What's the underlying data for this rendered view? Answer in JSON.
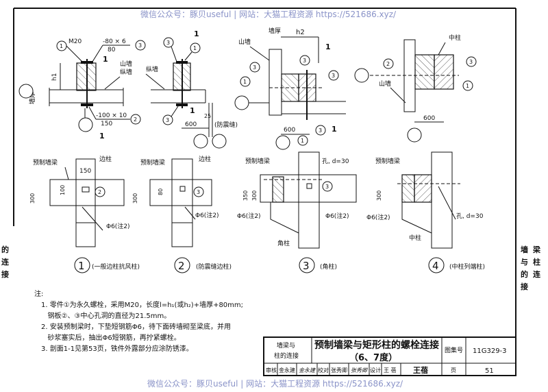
{
  "watermark": "微信公众号：豚贝useful | 网站：大猫工程资源 https://521686.xyz/",
  "side_tabs": {
    "left": [
      "的",
      "连",
      "接"
    ],
    "right": [
      "墙",
      "梁",
      "与",
      "柱",
      "的",
      "连",
      "接"
    ]
  },
  "section_marks": {
    "cut": "1"
  },
  "callouts": {
    "c1": "1",
    "c2": "2",
    "c3": "3"
  },
  "top_details": {
    "detail_a": {
      "bolt": "M20",
      "plate_top": "-80 × 6",
      "plate_top_len": "80",
      "plate_bottom": "-100 × 10",
      "plate_bottom_len": "150",
      "h": "h1",
      "wall_thickness": "墙厚",
      "wall_label_1": "山墙",
      "wall_label_2": "纵墙"
    },
    "detail_b": {
      "wall_label": "纵墙",
      "dim_600": "600",
      "dim_25": "25",
      "joint_label": "(防震缝)"
    },
    "detail_c": {
      "wall_label": "山墙",
      "wall_thickness": "墙厚",
      "h": "h2",
      "dim_600": "600"
    },
    "detail_d": {
      "column_label": "中柱",
      "wall_label": "山墙",
      "dim_600": "600"
    }
  },
  "plan_details": [
    {
      "number": "1",
      "caption": "(一般边柱抗风柱)",
      "beam_label": "预制墙梁",
      "column_label": "边柱",
      "dim_width": "150",
      "dim_100": "100",
      "dim_300": "300",
      "rebar": "Φ6(注2)"
    },
    {
      "number": "2",
      "caption": "(防震缝边柱)",
      "beam_label": "预制墙梁",
      "column_label": "边柱",
      "dim_80": "80",
      "dim_300": "300",
      "rebar": "Φ6(注2)"
    },
    {
      "number": "3",
      "caption": "(角柱)",
      "beam_label": "预制墙梁",
      "hole": "孔, d=30",
      "dim_350": "350",
      "dim_300": "300",
      "rebar_left": "Φ6(注2)",
      "rebar_right": "Φ6(注2)",
      "column_label": "角柱"
    },
    {
      "number": "4",
      "caption": "(中柱列端柱)",
      "beam_label": "预制墙梁",
      "hole": "孔, d=30",
      "dim_300": "300",
      "rebar": "Φ6(注2)",
      "column_label": "中柱"
    }
  ],
  "notes": {
    "heading": "注:",
    "lines": [
      "1. 零件①为永久螺栓，采用M20，长度l=h₁(或h₂)+墙厚+80mm;",
      "   钢板②、③中心孔洞的直径为21.5mm。",
      "2. 安装预制梁时，下垫短钢筋Φ6，待下面砖墙砌至梁底，并用",
      "   砂浆塞实后，抽出Φ6短钢筋，再拧紧螺栓。",
      "3. 剖面1-1见第53页，铁件外露部分应涂防锈漆。"
    ]
  },
  "title_block": {
    "category": [
      "墙梁与",
      "柱的连接"
    ],
    "title": "预制墙梁与矩形柱的螺栓连接",
    "subtitle": "（6、7度）",
    "atlas_label": "图集号",
    "atlas_no": "11G329-3",
    "review_label": "审核",
    "reviewer": "金永建",
    "reviewer_sig": "金永建",
    "check_label": "校对",
    "checker": "张秀卿",
    "checker_sig": "张秀卿",
    "design_label": "设计",
    "designer": "王 蓓",
    "designer_sig": "王蓓",
    "page_label": "页",
    "page_no": "51"
  }
}
